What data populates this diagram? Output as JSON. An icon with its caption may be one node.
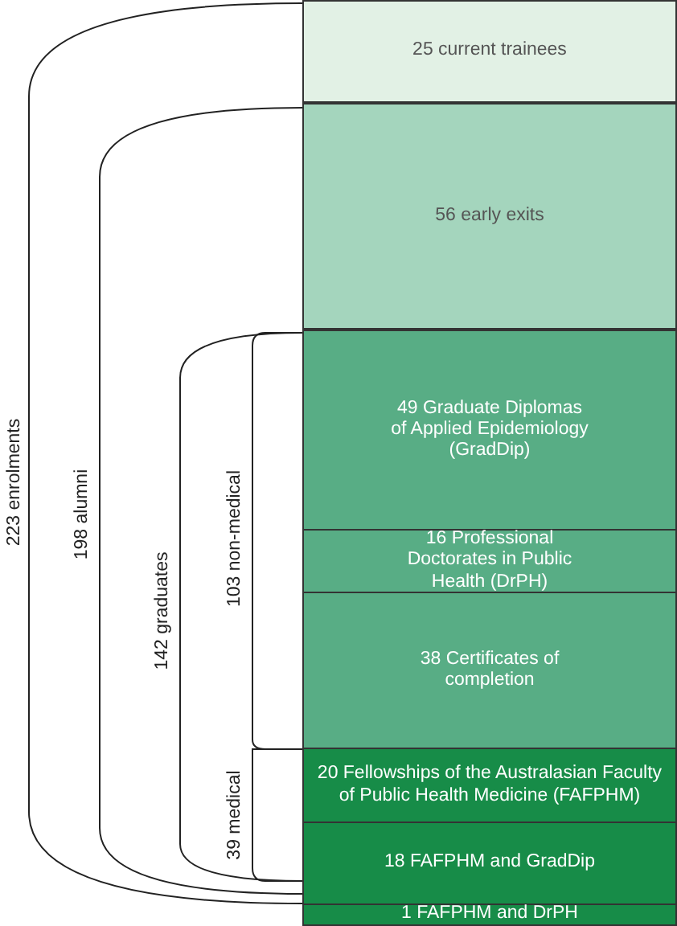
{
  "diagram": {
    "nodes": [
      {
        "text": [
          "25 current trainees"
        ]
      },
      {
        "text": [
          "56 early exits"
        ]
      },
      {
        "text": [
          "49 Graduate Diplomas of Applied Epidemiology (GradDip)"
        ]
      },
      {
        "text": [
          "16 Professional Doctorates in Public Health (DrPH)"
        ]
      },
      {
        "text": [
          "38 Certificates of completion"
        ]
      },
      {
        "text": [
          "20 Fellowships of the Australasian Faculty of Public Health Medicine (FAFPHM)"
        ]
      },
      {
        "text": [
          "18 FAFPHM and GradDip"
        ]
      },
      {
        "text": [
          "1 FAFPHM and DrPH"
        ]
      }
    ],
    "edges": [],
    "labels": [
      "223 enrolments",
      "198 alumni",
      "142 graduates",
      "103 non-medical",
      "39 medical"
    ]
  }
}
